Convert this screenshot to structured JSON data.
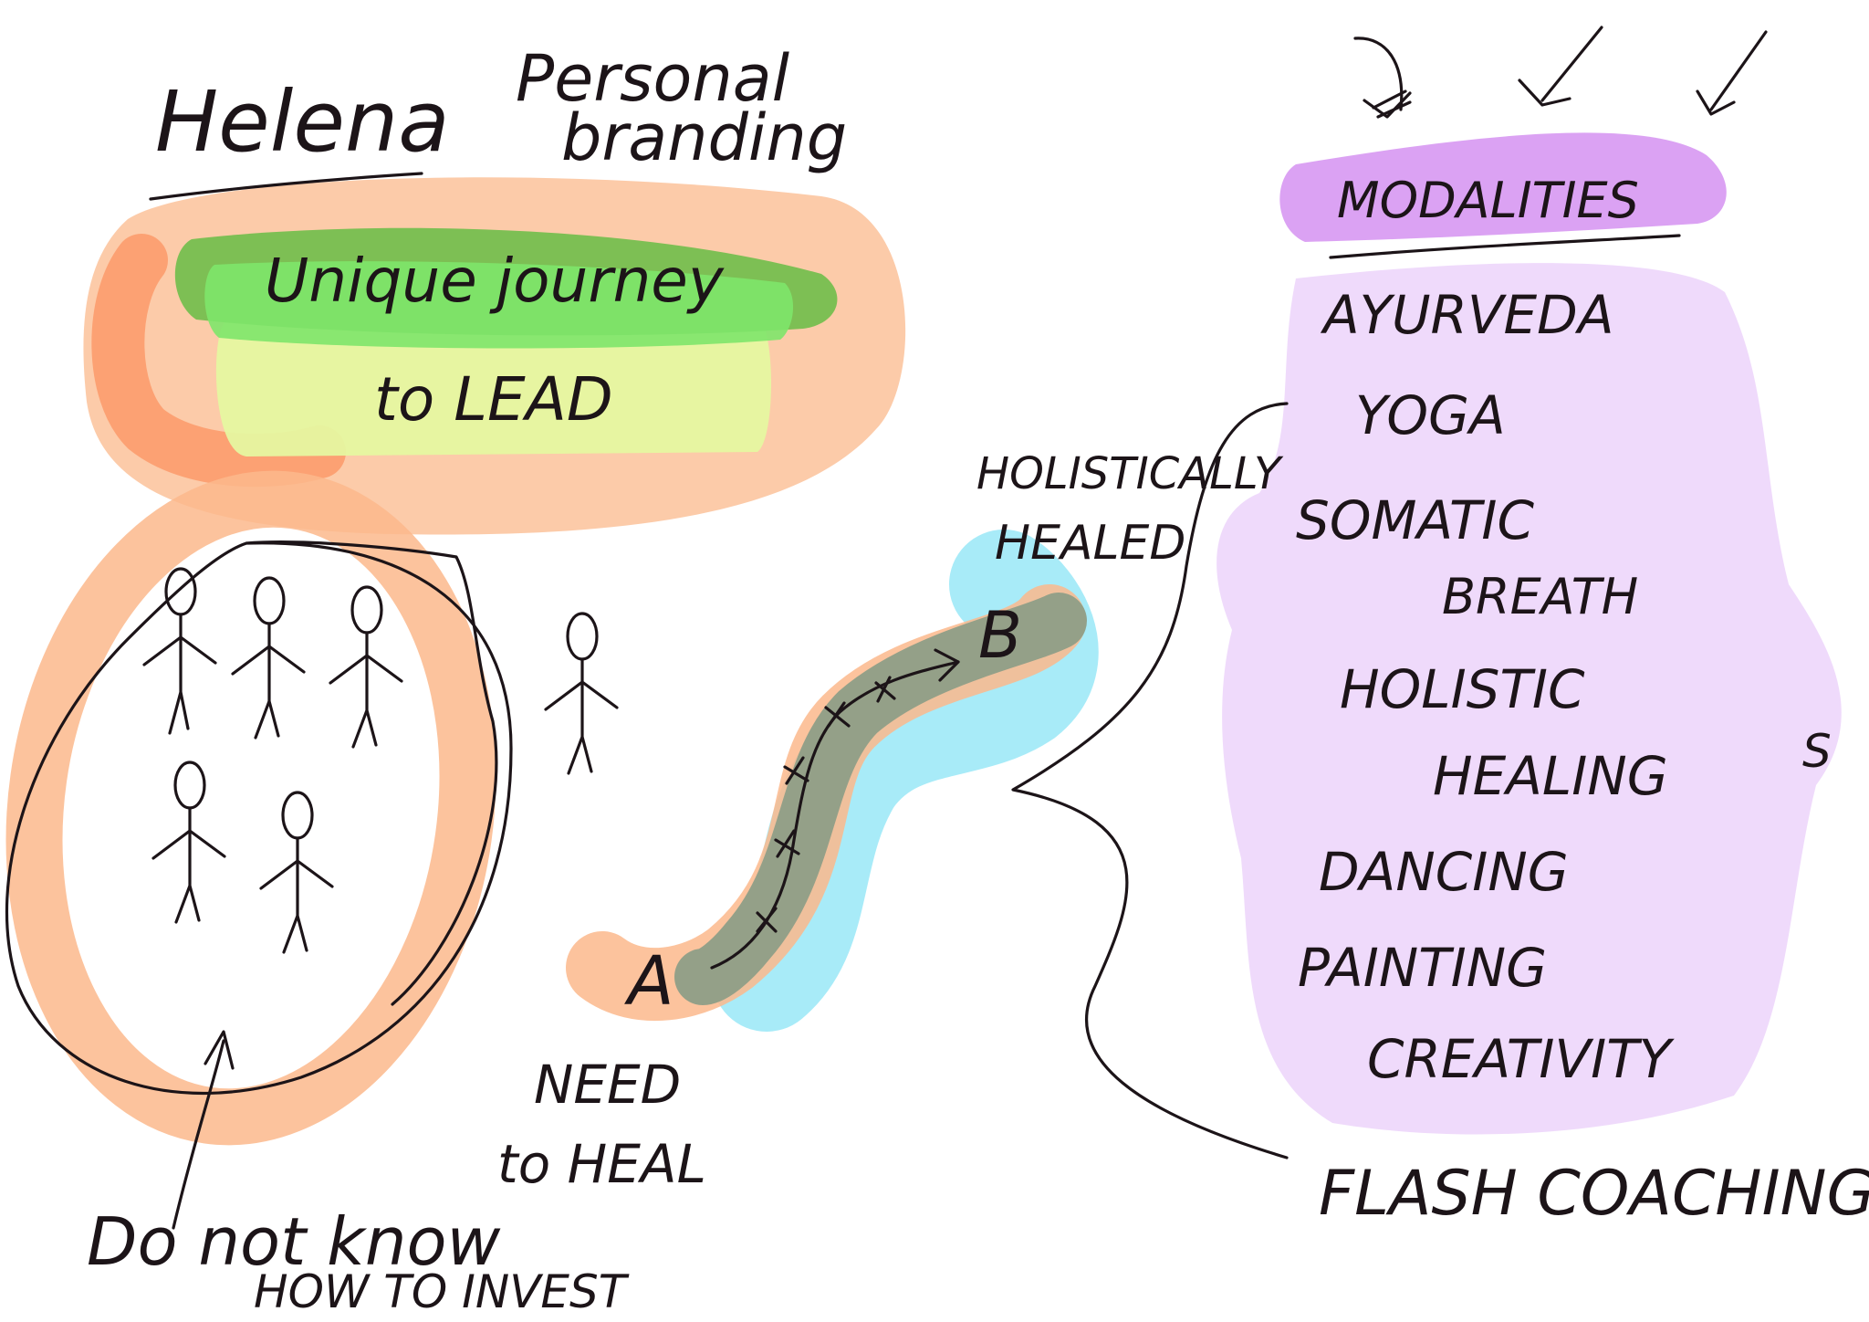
{
  "whiteboard": {
    "name": "Helena",
    "topic_line1": "Personal",
    "topic_line2": "branding",
    "journey_line1": "Unique journey",
    "journey_line2": "to LEAD",
    "point_a": "A",
    "point_b": "B",
    "holistic_line1": "HOLISTICALLY",
    "holistic_line2": "HEALED",
    "need_line1": "NEED",
    "need_line2": "to HEAL",
    "invest_line1": "Do not know",
    "invest_line2": "HOW TO INVEST",
    "modalities_title": "MODALITIES",
    "modalities": [
      "AYURVEDA",
      "YOGA",
      "SOMATIC",
      "BREATH",
      "HOLISTIC",
      "HEALING",
      "DANCING",
      "PAINTING",
      "CREATIVITY"
    ],
    "side_note": "S",
    "flash": "FLASH COACHING"
  },
  "colors": {
    "ink": "#1c1418",
    "orange": "#fbb98c",
    "green_dark": "#6fbe4a",
    "green_light": "#7ee56a",
    "yellow": "#e6f7a0",
    "cyan": "#9fe9f7",
    "olive": "#8e9e87",
    "purple": "#d99df2",
    "lilac": "#eed8fb"
  }
}
